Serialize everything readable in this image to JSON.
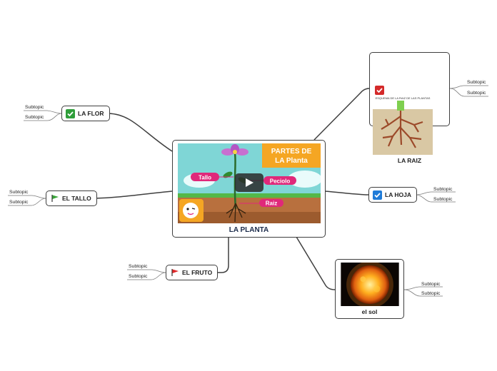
{
  "central": {
    "title": "LA PLANTA",
    "image_title": "PARTES DE LA PLANTA",
    "labels": {
      "stem": "Tallo",
      "petiole": "Peciolo",
      "root": "Raiz"
    }
  },
  "topics": {
    "flor": {
      "label": "LA FLOR",
      "icon": "green-check-icon",
      "subtopics": [
        "Subtopic",
        "Subtopic"
      ]
    },
    "tallo": {
      "label": "EL TALLO",
      "icon": "green-flag-icon",
      "subtopics": [
        "Subtopic",
        "Subtopic"
      ]
    },
    "fruto": {
      "label": "EL FRUTO",
      "icon": "red-flag-icon",
      "subtopics": [
        "Subtopic",
        "Subtopic"
      ]
    },
    "raiz": {
      "label": "LA RAIZ",
      "icon": "red-check-icon",
      "image_title": "ESQUEMA DE LA RAIZ DE LAS PLANTAS",
      "subtopics": [
        "Subtopic",
        "Subtopic"
      ]
    },
    "hoja": {
      "label": "LA HOJA",
      "icon": "blue-check-icon",
      "subtopics": [
        "Subtopic",
        "Subtopic"
      ]
    },
    "sol": {
      "label": "el sol",
      "icon": "sun-image",
      "subtopics": [
        "Subtopic",
        "Subtopic"
      ]
    }
  },
  "colors": {
    "line": "#3f3f3f",
    "accent_orange": "#f5a623",
    "accent_pink": "#e0287a",
    "sky": "#7fd6d6"
  }
}
